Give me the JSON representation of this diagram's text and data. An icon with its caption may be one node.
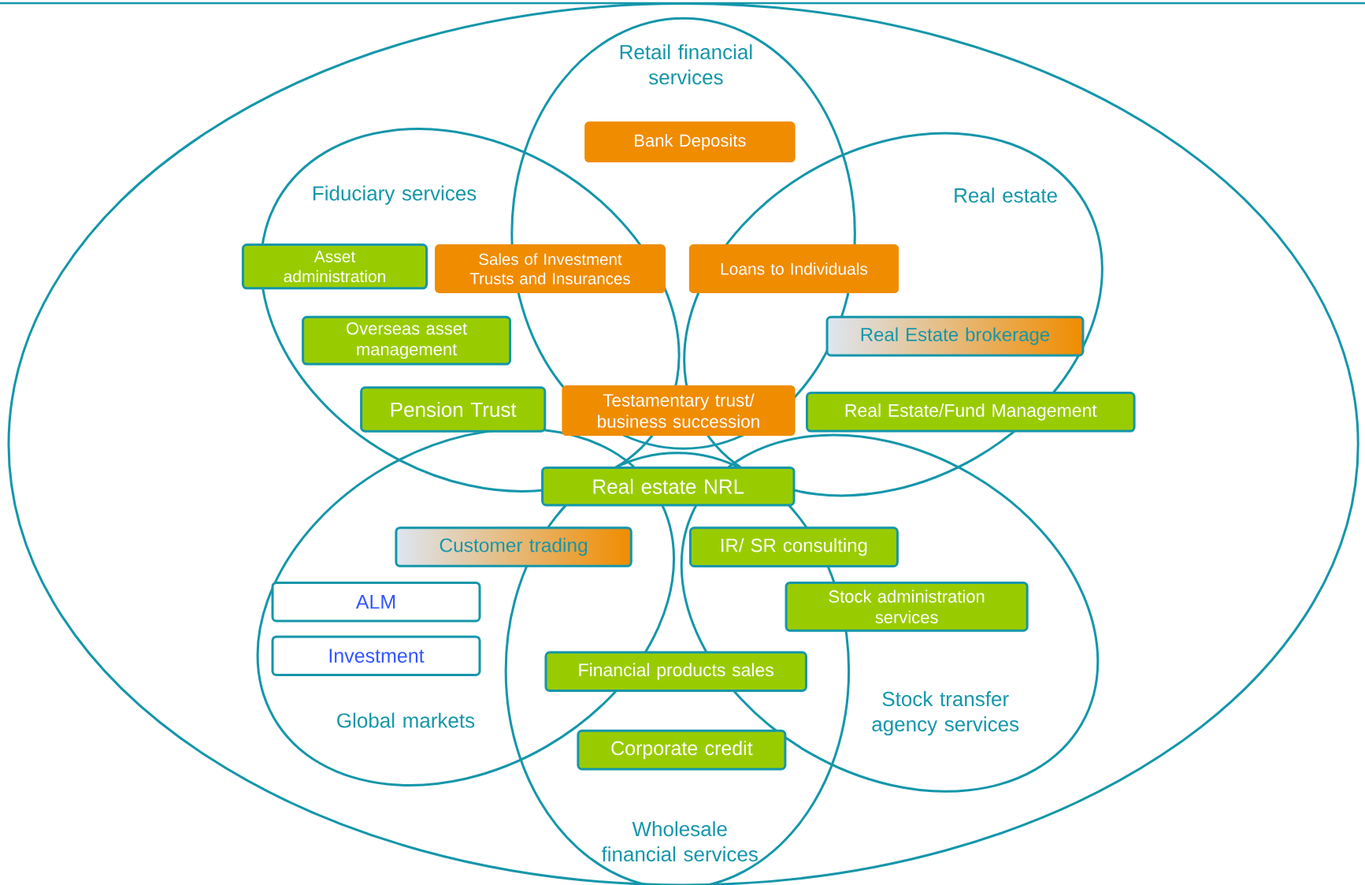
{
  "diagram": {
    "nodes": [
      {
        "text": [
          "Retail financial services"
        ]
      },
      {
        "text": [
          "Fiduciary services"
        ]
      },
      {
        "text": [
          "Real estate"
        ]
      },
      {
        "text": [
          "Global markets"
        ]
      },
      {
        "text": [
          "Stock transfer agency services"
        ]
      },
      {
        "text": [
          "Wholesale financial services"
        ]
      },
      {
        "text": [
          "Bank Deposits"
        ],
        "in": 0
      },
      {
        "text": [
          "Asset administration"
        ]
      },
      {
        "text": [
          "Sales of Investment Trusts and Insurances"
        ],
        "in": 1
      },
      {
        "text": [
          "Loans to Individuals"
        ],
        "in": 2
      },
      {
        "text": [
          "Overseas asset management"
        ],
        "in": 1
      },
      {
        "text": [
          "Real Estate brokerage"
        ],
        "in": 2
      },
      {
        "text": [
          "Pension Trust"
        ],
        "in": 1
      },
      {
        "text": [
          "Testamentary trust/ business succession"
        ],
        "in": 0
      },
      {
        "text": [
          "Real Estate/Fund Management"
        ]
      },
      {
        "text": [
          "Real estate NRL"
        ],
        "in": 5
      },
      {
        "text": [
          "Customer trading"
        ],
        "in": 3
      },
      {
        "text": [
          "IR/ SR consulting"
        ],
        "in": 4
      },
      {
        "text": [
          "ALM"
        ],
        "in": 3
      },
      {
        "text": [
          "Stock administration services"
        ],
        "in": 4
      },
      {
        "text": [
          "Investment"
        ],
        "in": 3
      },
      {
        "text": [
          "Financial products sales"
        ],
        "in": 5
      },
      {
        "text": [
          "Corporate credit"
        ],
        "in": 5
      }
    ]
  }
}
